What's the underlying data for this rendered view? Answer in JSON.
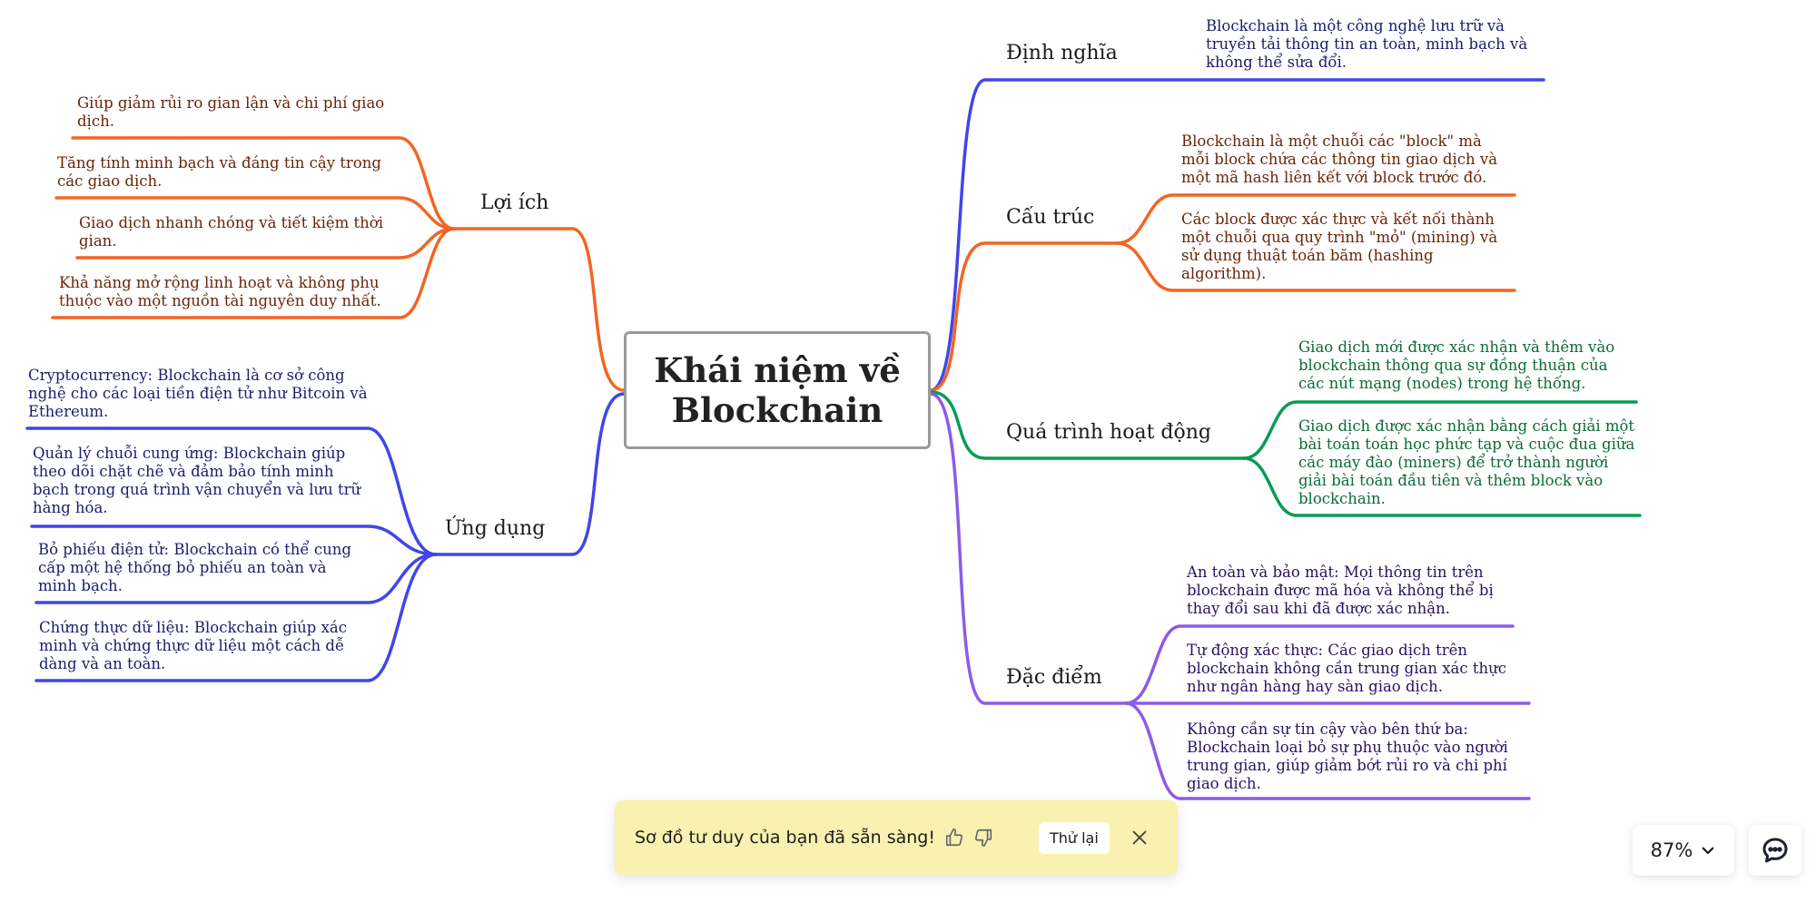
{
  "colors": {
    "blue": "#4046e8",
    "orange": "#f26522",
    "green": "#0a9b55",
    "purple": "#8b5ce6",
    "toast_bg": "#f8f1b0"
  },
  "central": {
    "line1": "Khái niệm về",
    "line2": "Blockchain"
  },
  "branches": {
    "dinh_nghia": {
      "label": "Định nghĩa",
      "leaves": [
        "Blockchain là một công nghệ lưu trữ và truyền tải thông tin an toàn, minh bạch và không thể sửa đổi."
      ]
    },
    "cau_truc": {
      "label": "Cấu trúc",
      "leaves": [
        "Blockchain là một chuỗi các \"block\" mà mỗi block chứa các thông tin giao dịch và một mã hash liên kết với block trước đó.",
        "Các block được xác thực và kết nối thành một chuỗi qua quy trình \"mỏ\" (mining) và sử dụng thuật toán băm (hashing algorithm)."
      ]
    },
    "qua_trinh": {
      "label": "Quá trình hoạt động",
      "leaves": [
        "Giao dịch mới được xác nhận và thêm vào blockchain thông qua sự đồng thuận của các nút mạng (nodes) trong hệ thống.",
        "Giao dịch được xác nhận bằng cách giải một bài toán toán học phức tạp và cuộc đua giữa các máy đào (miners) để trở thành người giải bài toán đầu tiên và thêm block vào blockchain."
      ]
    },
    "dac_diem": {
      "label": "Đặc điểm",
      "leaves": [
        "An toàn và bảo mật: Mọi thông tin trên blockchain được mã hóa và không thể bị thay đổi sau khi đã được xác nhận.",
        "Tự động xác thực: Các giao dịch trên blockchain không cần trung gian xác thực như ngân hàng hay sàn giao dịch.",
        "Không cần sự tin cậy vào bên thứ ba: Blockchain loại bỏ sự phụ thuộc vào người trung gian, giúp giảm bớt rủi ro và chi phí giao dịch."
      ]
    },
    "loi_ich": {
      "label": "Lợi ích",
      "leaves": [
        "Giúp giảm rủi ro gian lận và chi phí giao dịch.",
        "Tăng tính minh bạch và đáng tin cậy trong các giao dịch.",
        "Giao dịch nhanh chóng và tiết kiệm thời gian.",
        "Khả năng mở rộng linh hoạt và không phụ thuộc vào một nguồn tài nguyên duy nhất."
      ]
    },
    "ung_dung": {
      "label": "Ứng dụng",
      "leaves": [
        "Cryptocurrency: Blockchain là cơ sở công nghệ cho các loại tiền điện tử như Bitcoin và Ethereum.",
        "Quản lý chuỗi cung ứng: Blockchain giúp theo dõi chặt chẽ và đảm bảo tính minh bạch trong quá trình vận chuyển và lưu trữ hàng hóa.",
        "Bỏ phiếu điện tử: Blockchain có thể cung cấp một hệ thống bỏ phiếu an toàn và minh bạch.",
        "Chứng thực dữ liệu: Blockchain giúp xác minh và chứng thực dữ liệu một cách dễ dàng và an toàn."
      ]
    }
  },
  "toast": {
    "message": "Sơ đồ tư duy của bạn đã sẵn sàng!",
    "retry_label": "Thử lại",
    "icons": [
      "thumbs-up-icon",
      "thumbs-down-icon",
      "close-icon"
    ]
  },
  "zoom": {
    "value": "87%",
    "icon": "chevron-down-icon"
  },
  "chat": {
    "icon": "chat-bubble-icon"
  }
}
